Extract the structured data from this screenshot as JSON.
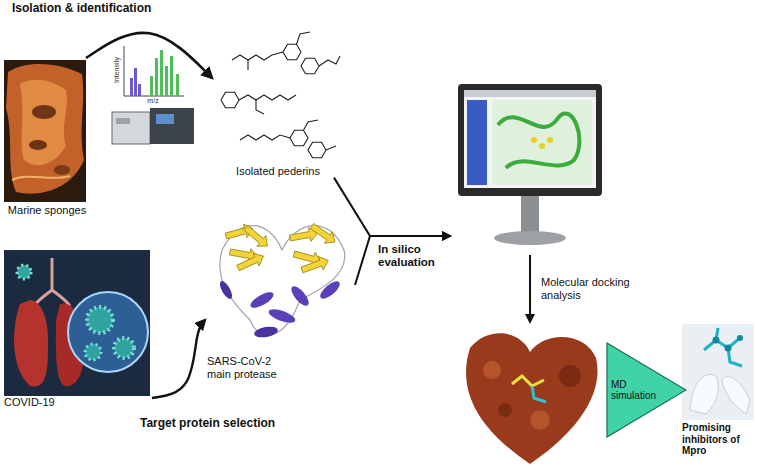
{
  "diagram": {
    "nodes": [
      {
        "text": [
          "Marine sponges"
        ]
      },
      {
        "text": [
          "Isolated pederins"
        ]
      },
      {
        "text": [
          "COVID-19"
        ]
      },
      {
        "text": [
          "SARS-CoV-2 main protease"
        ]
      },
      {
        "text": []
      },
      {
        "text": []
      },
      {
        "text": [
          "MD simulation"
        ]
      },
      {
        "text": [
          "Promising inhibitors of Mpro"
        ]
      }
    ],
    "edges": [
      {
        "from": 0,
        "to": 1,
        "label": "Isolation & identification",
        "arrow": "to"
      },
      {
        "from": 2,
        "to": 3,
        "label": "Target protein selection",
        "arrow": "to"
      },
      {
        "from": 1,
        "to": 4,
        "label": "In silico evaluation",
        "arrow": "to"
      },
      {
        "from": 3,
        "to": 4,
        "arrow": "to"
      },
      {
        "from": 4,
        "to": 5,
        "label": "Molecular docking analysis",
        "arrow": "to"
      }
    ],
    "labels": [
      "Intensity",
      "m/z"
    ]
  }
}
